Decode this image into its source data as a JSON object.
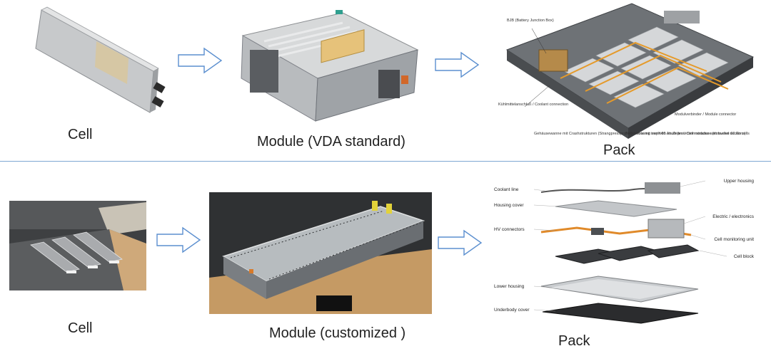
{
  "top_row": {
    "cell_caption": "Cell",
    "module_caption": "Module (VDA standard)",
    "pack_caption": "Pack",
    "pack_callouts": {
      "bjb": "BJB (Battery Junction Box)",
      "coolant": "Kühlmittelanschluß / Coolant connection",
      "housing": "Gehäusewanne mit Crashstrukturen (Strangpressprofile) / Housing tray with crash protection structure (extruded sections)",
      "cell_modules": "Zellmodule mit zwölf 60 Ah Zellen / Cell modules with twelve 60 Ah cells",
      "module_connector": "Modulverbinder / Module connector"
    }
  },
  "bottom_row": {
    "cell_caption": "Cell",
    "module_caption": "Module (customized )",
    "pack_caption": "Pack",
    "pack_labels": {
      "coolant_line": "Coolant line",
      "housing_cover": "Housing cover",
      "hv_connectors": "HV connectors",
      "lower_housing": "Lower housing",
      "underbody_cover": "Underbody cover",
      "upper_housing": "Upper housing",
      "electric": "Electric / electronics",
      "cell_monitoring": "Cell monitoring unit",
      "cell_block": "Cell block"
    }
  },
  "colors": {
    "divider": "#7fa7d3",
    "arrow": "#5b8fcf"
  }
}
